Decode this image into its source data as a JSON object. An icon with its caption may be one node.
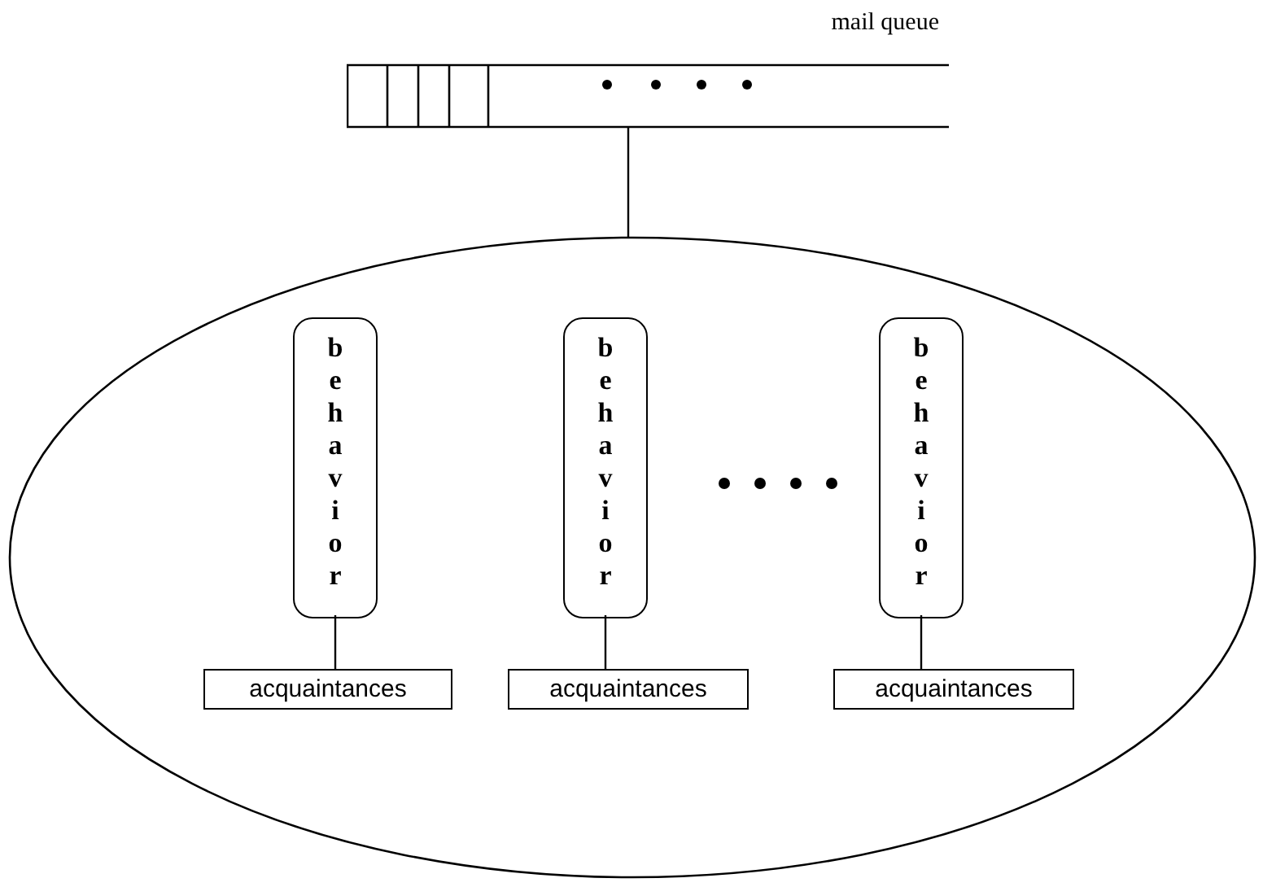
{
  "diagram": {
    "nodes": [
      {
        "text": [
          "mail queue"
        ]
      },
      {
        "text": [],
        "shape": "ellipse"
      },
      {
        "text": [
          "behavior"
        ],
        "in": 1
      },
      {
        "text": [
          "behavior"
        ],
        "in": 1
      },
      {
        "text": [
          "behavior"
        ],
        "in": 1
      },
      {
        "text": [
          "acquaintances"
        ],
        "in": 1
      },
      {
        "text": [
          "acquaintances"
        ],
        "in": 1
      },
      {
        "text": [
          "acquaintances"
        ],
        "in": 1
      }
    ],
    "edges": [
      {
        "from": 0,
        "to": 1,
        "arrow": "none"
      },
      {
        "from": 2,
        "to": 5,
        "arrow": "none"
      },
      {
        "from": 3,
        "to": 6,
        "arrow": "none"
      },
      {
        "from": 4,
        "to": 7,
        "arrow": "none"
      }
    ]
  }
}
